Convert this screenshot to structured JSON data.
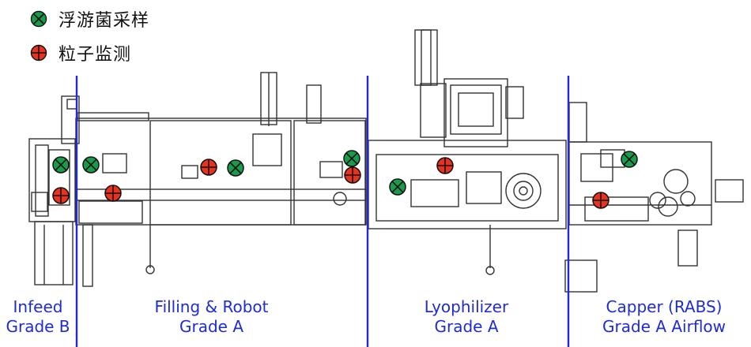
{
  "legend": {
    "viable": {
      "label": "浮游菌采样",
      "color": "#1a9b4b",
      "icon": "x-circle-icon"
    },
    "particle": {
      "label": "粒子监测",
      "color": "#e8321e",
      "icon": "plus-circle-icon"
    }
  },
  "zones": [
    {
      "name": "Infeed",
      "grade": "Grade B"
    },
    {
      "name": "Filling & Robot",
      "grade": "Grade A"
    },
    {
      "name": "Lyophilizer",
      "grade": "Grade A"
    },
    {
      "name": "Capper (RABS)",
      "grade": "Grade A Airflow"
    }
  ],
  "colors": {
    "divider": "#1f2bd6",
    "line": "#333333",
    "equipment_bg": "#ffffff"
  }
}
